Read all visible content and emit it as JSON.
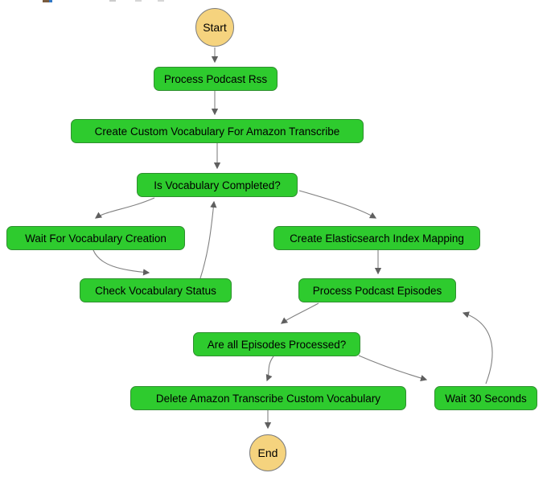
{
  "diagram": {
    "type": "flowchart",
    "description": "Workflow state-machine graph for podcast transcription pipeline",
    "colors": {
      "background": "#ffffff",
      "task_fill": "#2ecb2e",
      "task_border": "#2f8f2f",
      "terminal_fill": "#f5d37e",
      "terminal_border": "#7d7d7d",
      "edge": "#808080",
      "arrowhead": "#5f5f5f",
      "text": "#000000"
    },
    "nodes": {
      "start": {
        "label": "Start",
        "shape": "circle"
      },
      "process_rss": {
        "label": "Process Podcast Rss",
        "shape": "task"
      },
      "create_vocab": {
        "label": "Create Custom Vocabulary For Amazon Transcribe",
        "shape": "task"
      },
      "is_vocab_completed": {
        "label": "Is Vocabulary Completed?",
        "shape": "task"
      },
      "wait_vocab": {
        "label": "Wait For Vocabulary Creation",
        "shape": "task"
      },
      "check_vocab_status": {
        "label": "Check Vocabulary Status",
        "shape": "task"
      },
      "create_es_mapping": {
        "label": "Create Elasticsearch Index Mapping",
        "shape": "task"
      },
      "process_episodes": {
        "label": "Process Podcast Episodes",
        "shape": "task"
      },
      "are_all_processed": {
        "label": "Are all Episodes Processed?",
        "shape": "task"
      },
      "delete_vocab": {
        "label": "Delete Amazon Transcribe Custom Vocabulary",
        "shape": "task"
      },
      "wait_30": {
        "label": "Wait 30 Seconds",
        "shape": "task"
      },
      "end": {
        "label": "End",
        "shape": "circle"
      }
    },
    "edges": [
      {
        "from": "start",
        "to": "process_rss"
      },
      {
        "from": "process_rss",
        "to": "create_vocab"
      },
      {
        "from": "create_vocab",
        "to": "is_vocab_completed"
      },
      {
        "from": "is_vocab_completed",
        "to": "wait_vocab"
      },
      {
        "from": "is_vocab_completed",
        "to": "create_es_mapping"
      },
      {
        "from": "wait_vocab",
        "to": "check_vocab_status"
      },
      {
        "from": "check_vocab_status",
        "to": "is_vocab_completed"
      },
      {
        "from": "create_es_mapping",
        "to": "process_episodes"
      },
      {
        "from": "process_episodes",
        "to": "are_all_processed"
      },
      {
        "from": "are_all_processed",
        "to": "delete_vocab"
      },
      {
        "from": "are_all_processed",
        "to": "wait_30"
      },
      {
        "from": "wait_30",
        "to": "process_episodes"
      },
      {
        "from": "delete_vocab",
        "to": "end"
      }
    ]
  }
}
